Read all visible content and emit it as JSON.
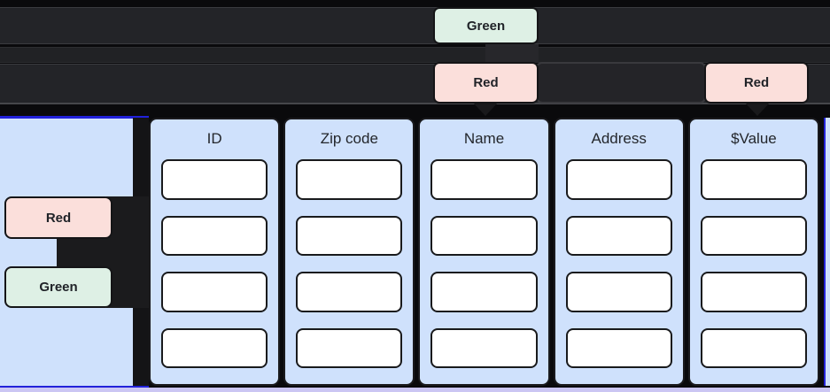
{
  "top_row": {
    "green_node": "Green",
    "red_node_left": "Red",
    "red_node_right": "Red"
  },
  "side_panel": {
    "red_node": "Red",
    "green_node": "Green"
  },
  "table": {
    "columns": [
      {
        "header": "ID",
        "cells": [
          "",
          "",
          "",
          ""
        ]
      },
      {
        "header": "Zip code",
        "cells": [
          "",
          "",
          "",
          ""
        ]
      },
      {
        "header": "Name",
        "cells": [
          "",
          "",
          "",
          ""
        ]
      },
      {
        "header": "Address",
        "cells": [
          "",
          "",
          "",
          ""
        ]
      },
      {
        "header": "$Value",
        "cells": [
          "",
          "",
          "",
          ""
        ]
      }
    ]
  },
  "colors": {
    "green_badge": "#def0e5",
    "red_badge": "#fbdfdb",
    "panel_blue": "#cfe1fc",
    "lavender": "#cbc6f3",
    "selection_blue": "#2121da",
    "lane_gray": "#232428",
    "canvas_black": "#0a0a0c"
  }
}
